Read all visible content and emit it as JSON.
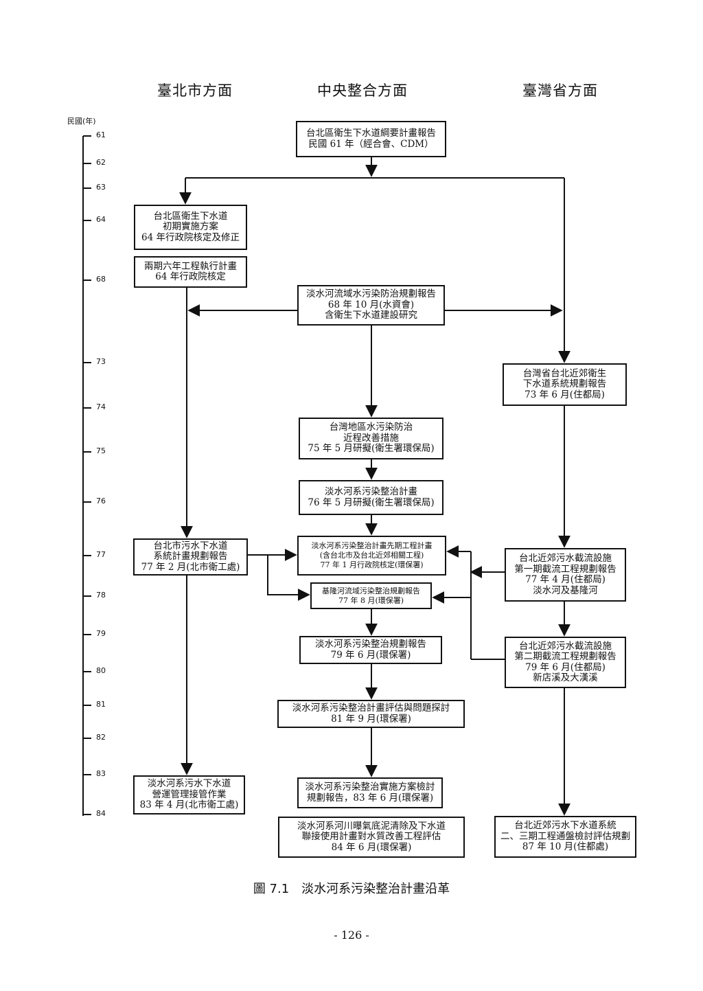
{
  "headers": {
    "taipei": "臺北市方面",
    "central": "中央整合方面",
    "province": "臺灣省方面"
  },
  "axis": {
    "title": "民國(年)",
    "ticks": [
      "61",
      "62",
      "63",
      "64",
      "68",
      "73",
      "74",
      "75",
      "76",
      "77",
      "78",
      "79",
      "80",
      "81",
      "82",
      "83",
      "84"
    ]
  },
  "boxes": {
    "b1": [
      "台北區衛生下水道綱要計畫報告",
      "民國 61 年（經合會、CDM）"
    ],
    "b2": [
      "台北區衛生下水道",
      "初期實施方案",
      "64 年行政院核定及修正"
    ],
    "b3": [
      "兩期六年工程執行計畫",
      "64 年行政院核定"
    ],
    "b4": [
      "淡水河流域水污染防治規劃報告",
      "68 年 10 月(水資會)",
      "含衛生下水道建設研究"
    ],
    "b5": [
      "台灣省台北近郊衛生",
      "下水道系統規劃報告",
      "73 年 6 月(住都局)"
    ],
    "b6": [
      "台灣地區水污染防治",
      "近程改善措施",
      "75 年 5 月研擬(衛生署環保局)"
    ],
    "b7": [
      "淡水河系污染整治計畫",
      "76 年 5 月研擬(衛生署環保局)"
    ],
    "b8": [
      "台北市污水下水道",
      "系統計畫規劃報告",
      "77 年 2 月(北市衛工處)"
    ],
    "b9": [
      "淡水河系污染整治計畫先期工程計畫",
      "(含台北市及台北近郊相關工程)",
      "77 年 1 月行政院核定(環保署)"
    ],
    "b10": [
      "台北近郊污水截流設施",
      "第一期截流工程規劃報告",
      "77 年 4 月(住都局)",
      "淡水河及基隆河"
    ],
    "b11": [
      "基隆河流域污染整治規劃報告",
      "77 年 8 月(環保署)"
    ],
    "b12": [
      "淡水河系污染整治規劃報告",
      "79 年 6 月(環保署)"
    ],
    "b13": [
      "台北近郊污水截流設施",
      "第二期截流工程規劃報告",
      "79 年 6 月(住都局)",
      "新店溪及大漢溪"
    ],
    "b14": [
      "淡水河系污染整治計畫評估與問題探討",
      "81 年 9 月(環保署)"
    ],
    "b15": [
      "淡水河系污水下水道",
      "營運管理接管作業",
      "83 年 4 月(北市衛工處)"
    ],
    "b16": [
      "淡水河系污染整治實施方案檢討",
      "規劃報告，83 年 6 月(環保署)"
    ],
    "b17": [
      "淡水河系河川曝氣底泥清除及下水道",
      "聯接使用計畫對水質改善工程評估",
      "84 年 6 月(環保署)"
    ],
    "b18": [
      "台北近郊污水下水道系統",
      "二、三期工程通盤檢討評估規劃",
      "87 年 10 月(住都處)"
    ]
  },
  "caption": {
    "number": "圖 7.1",
    "title": "淡水河系污染整治計畫沿革"
  },
  "page_number": "- 126 -"
}
